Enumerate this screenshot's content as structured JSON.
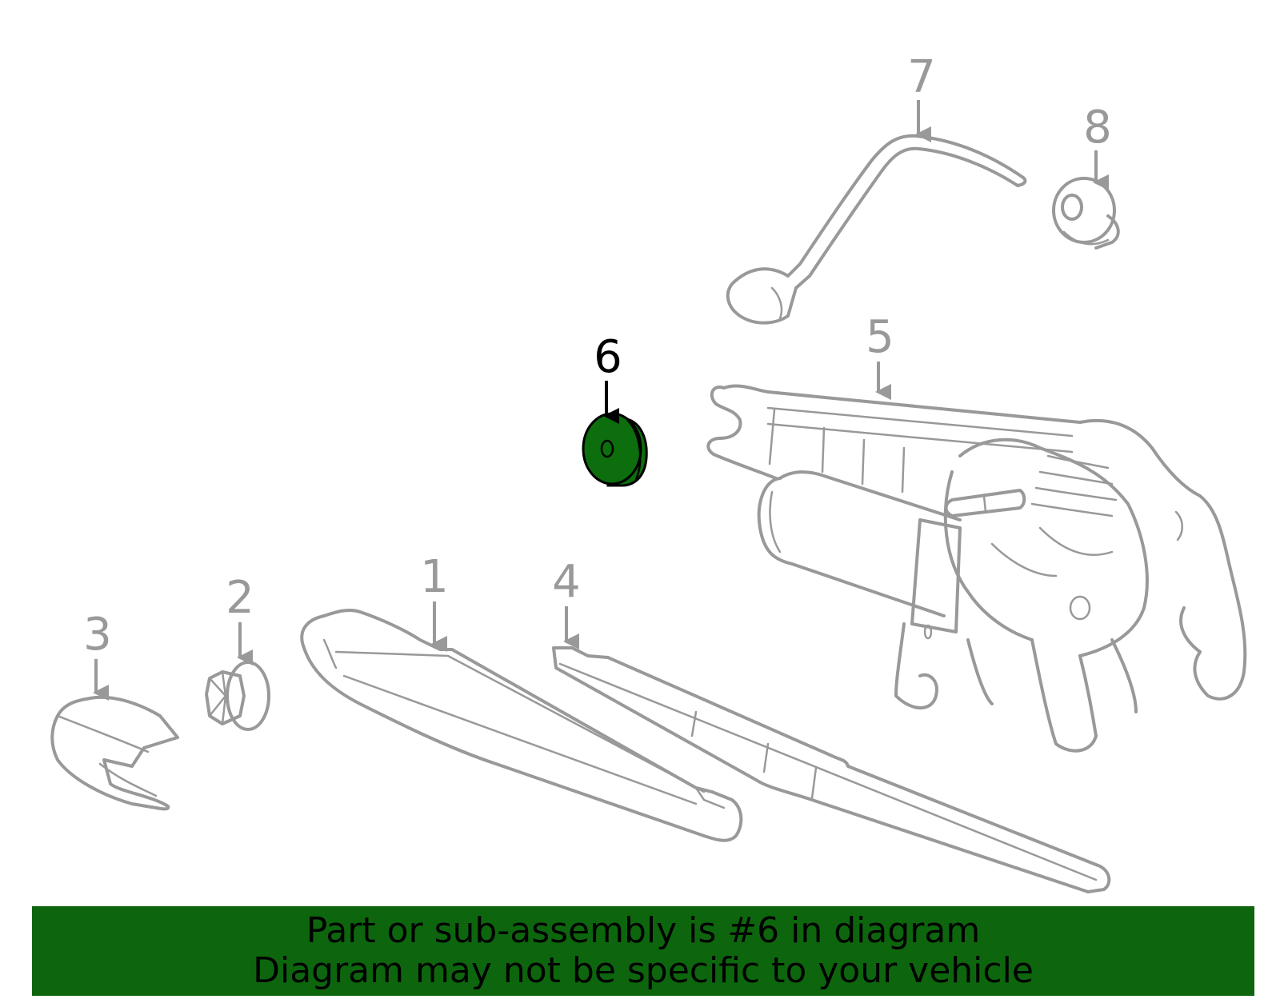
{
  "callouts": [
    {
      "id": "1",
      "label": "1"
    },
    {
      "id": "2",
      "label": "2"
    },
    {
      "id": "3",
      "label": "3"
    },
    {
      "id": "4",
      "label": "4"
    },
    {
      "id": "5",
      "label": "5"
    },
    {
      "id": "6",
      "label": "6"
    },
    {
      "id": "7",
      "label": "7"
    },
    {
      "id": "8",
      "label": "8"
    }
  ],
  "highlight": {
    "part": "6",
    "fill_color": "#0d6e0d",
    "outline_color": "#000000"
  },
  "colors": {
    "line_art": "#999999",
    "banner_background": "#0d660d",
    "banner_text": "#000000"
  },
  "banner": {
    "line1": "Part or sub-assembly is #6 in diagram",
    "line2": "Diagram may not be specific to your vehicle"
  }
}
